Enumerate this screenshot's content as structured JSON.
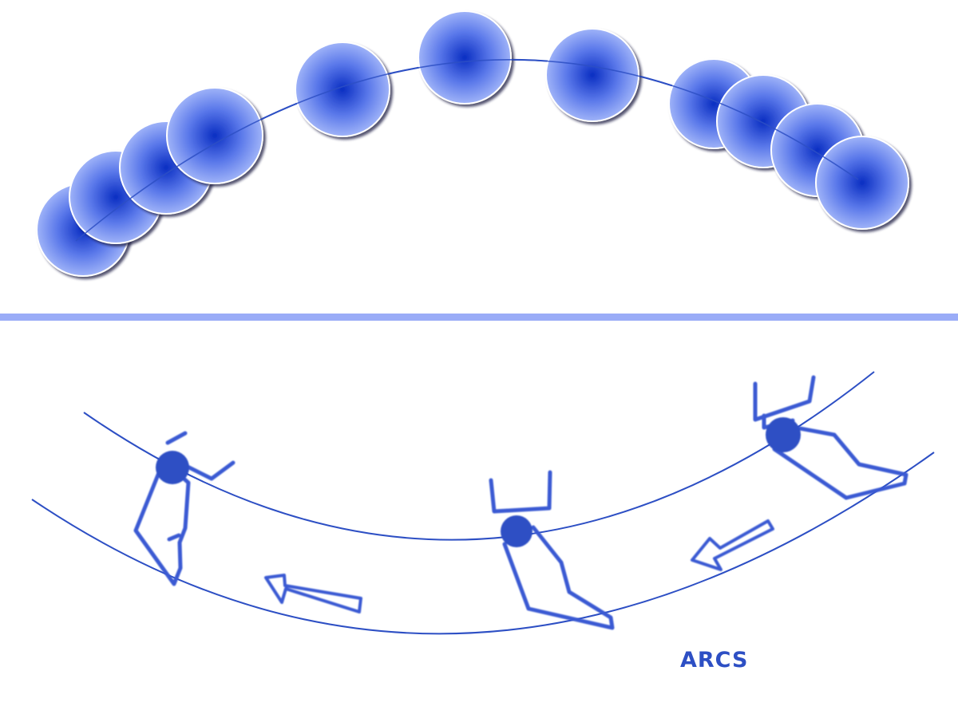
{
  "caption": "ARCS",
  "colors": {
    "line": "#2d4fc4",
    "ball_center": "#0a2ec2",
    "ball_edge": "#93a8f7",
    "divider": "#9aacf7",
    "figure": "#3a5ad3"
  },
  "ball_count": 11,
  "figure_count": 3,
  "arrow_count": 2
}
